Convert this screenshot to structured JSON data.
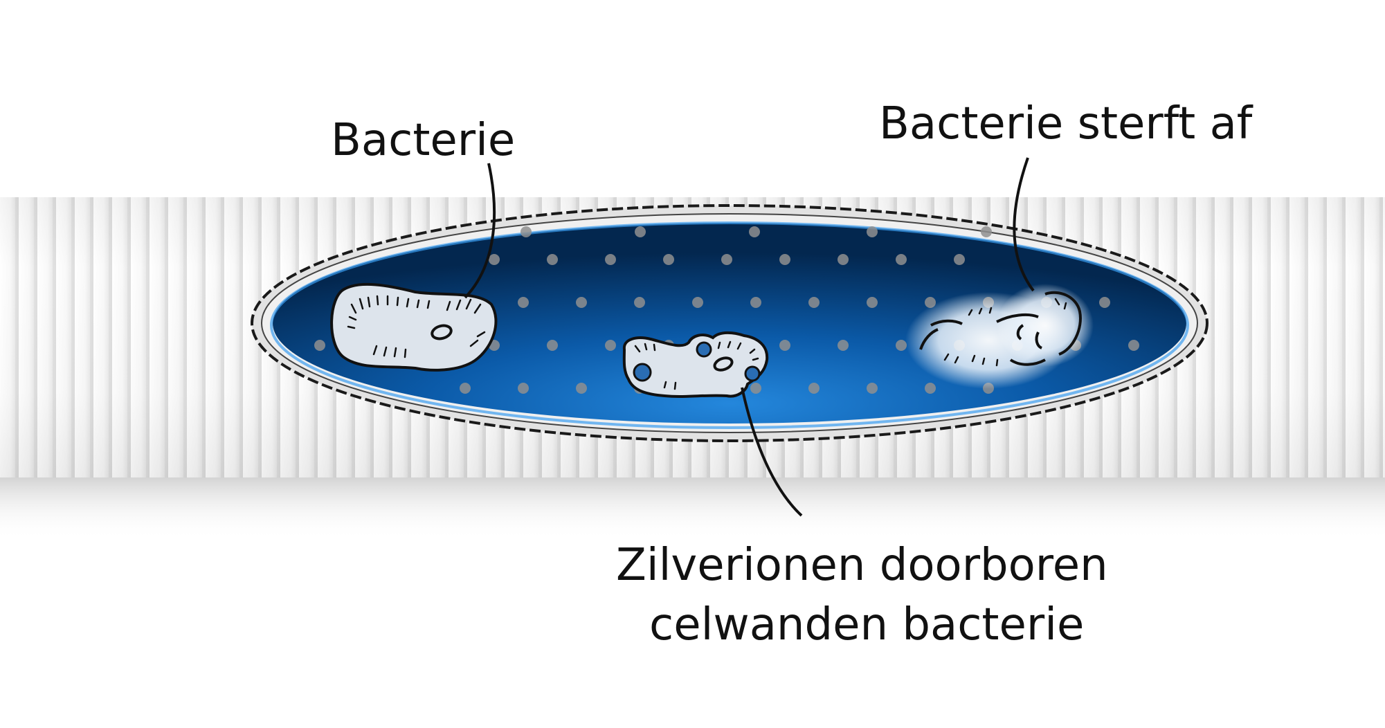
{
  "labels": {
    "bacterie": "Bacterie",
    "bacterie_sterft_af": "Bacterie sterft af",
    "zilverionen_line1": "Zilverionen doorboren",
    "zilverionen_line2": "celwanden bacterie"
  },
  "colors": {
    "background": "#ffffff",
    "tube": "#f4f4f4",
    "tube_rib_shadow": "#cfcfcf",
    "interior_dark": "#032a55",
    "interior_mid": "#0b4f95",
    "interior_light": "#1a73c6",
    "silver_dot": "#8f8f8f",
    "bacteria_fill": "#dfe6ee",
    "outline": "#111111"
  },
  "icons": {
    "bacterium": "bacterium-icon",
    "pierced_bacterium": "pierced-bacterium-icon",
    "dying_bacterium": "dying-bacterium-icon",
    "silver_ion": "silver-ion-dot"
  }
}
